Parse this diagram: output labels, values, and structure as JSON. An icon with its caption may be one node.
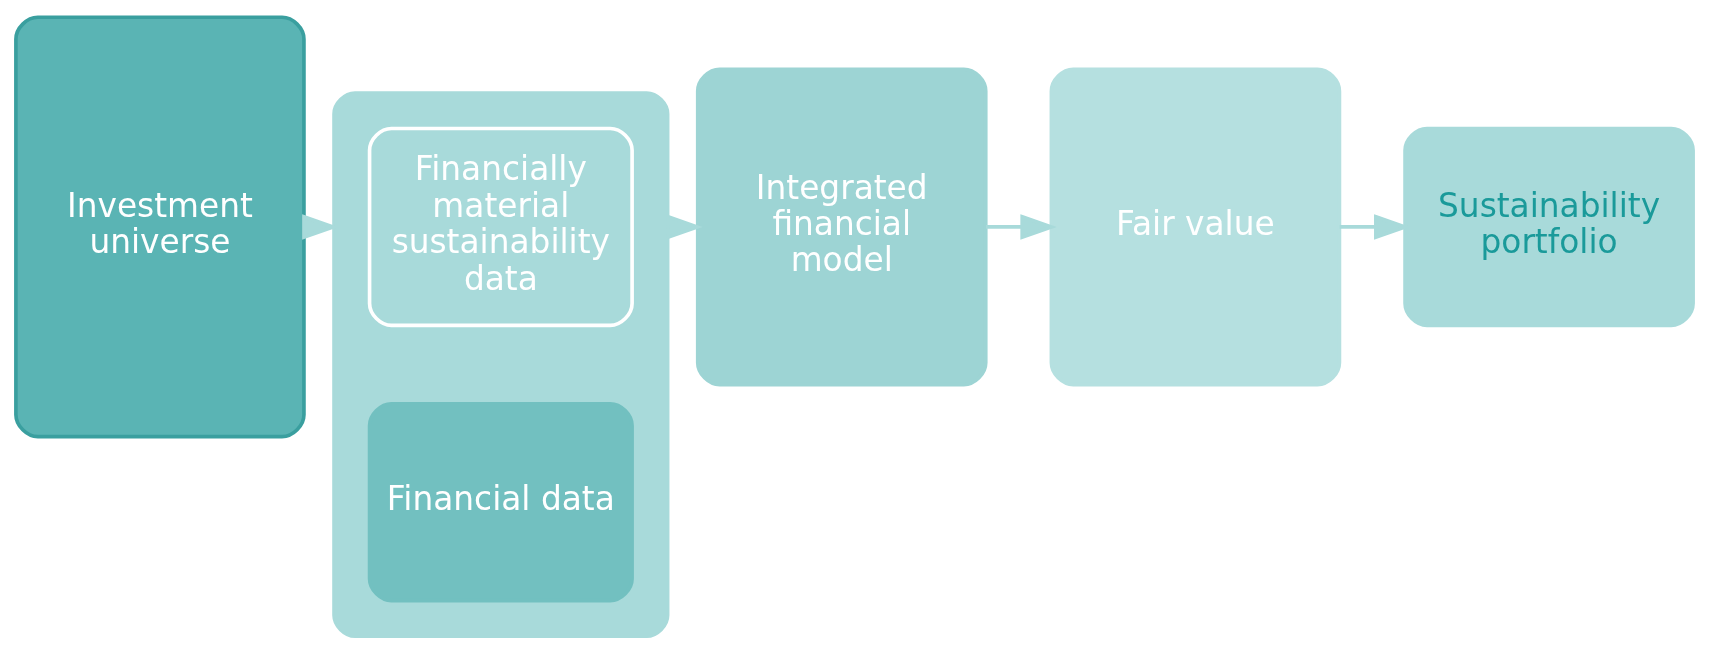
{
  "diagram": {
    "nodes": [
      {
        "text": [
          "Investment universe"
        ]
      },
      {
        "text": [],
        "shape": "box"
      },
      {
        "text": [
          "Financially material sustainability data"
        ],
        "in": 1
      },
      {
        "text": [
          "Financial data"
        ],
        "in": 1
      },
      {
        "text": [
          "Integrated financial model"
        ]
      },
      {
        "text": [
          "Fair value"
        ]
      },
      {
        "text": [
          "Sustainability portfolio"
        ]
      }
    ],
    "edges": [
      {
        "from": 0,
        "to": 1,
        "arrow": "to"
      },
      {
        "from": 1,
        "to": 4,
        "arrow": "to"
      },
      {
        "from": 4,
        "to": 5,
        "arrow": "to"
      },
      {
        "from": 5,
        "to": 6,
        "arrow": "to"
      }
    ]
  }
}
